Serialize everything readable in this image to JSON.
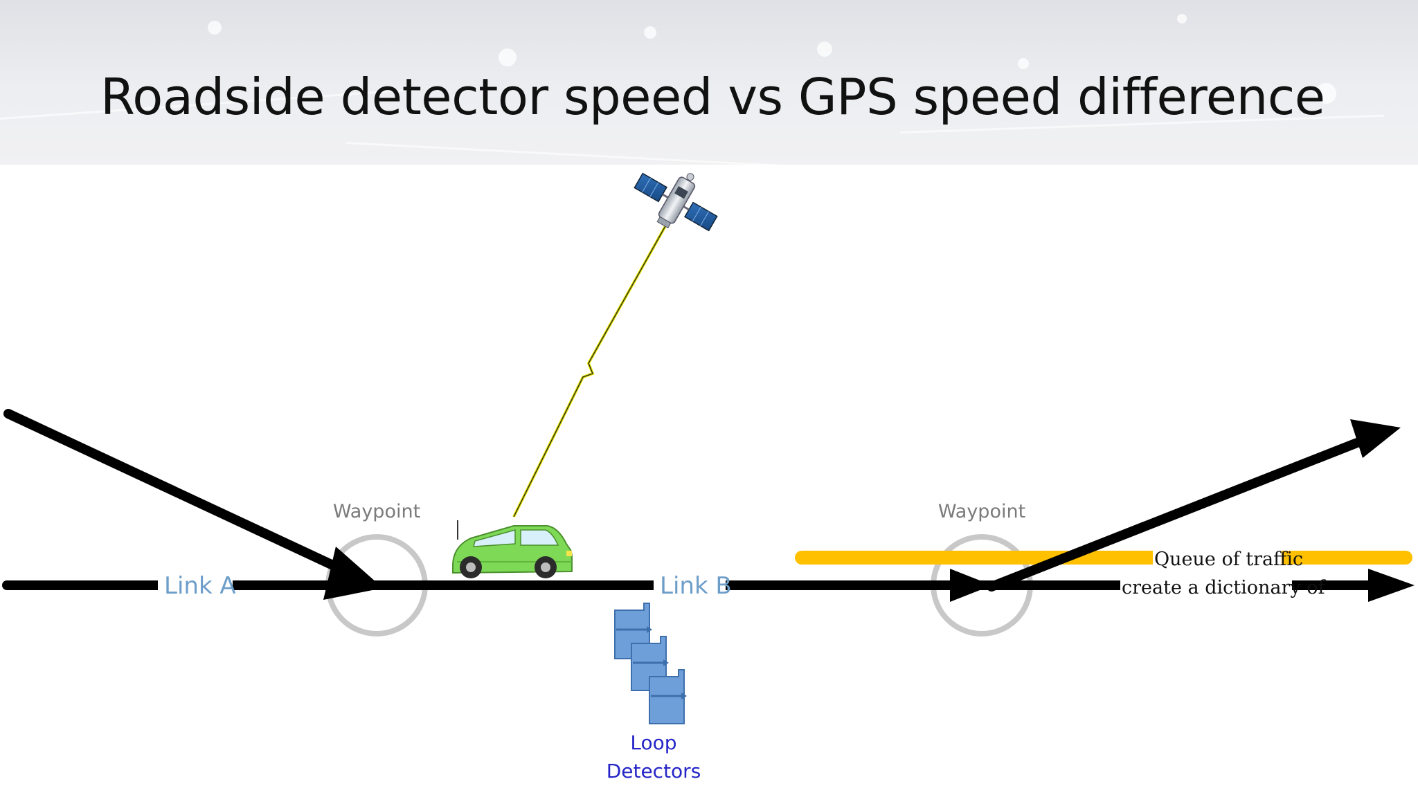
{
  "slide": {
    "title": "Roadside detector speed vs GPS speed difference"
  },
  "diagram": {
    "links": [
      "Link A",
      "Link B"
    ],
    "waypoints": [
      "Waypoint",
      "Waypoint"
    ],
    "detector_label": [
      "Loop",
      "Detectors"
    ],
    "queue_label": "Queue of traffic",
    "overlay_text": "create a dictionary of",
    "colors": {
      "road": "#000000",
      "waypoint_ring": "#c8c8c8",
      "queue_bar": "#ffc000",
      "link_label": "#6d9ec9",
      "detector_fill": "#6f9fd8",
      "detector_label": "#2525c8",
      "car_body": "#7ed957",
      "gps_signal": "#e8e800"
    },
    "icons": [
      "satellite-icon",
      "car-icon",
      "loop-detector-icon"
    ]
  }
}
